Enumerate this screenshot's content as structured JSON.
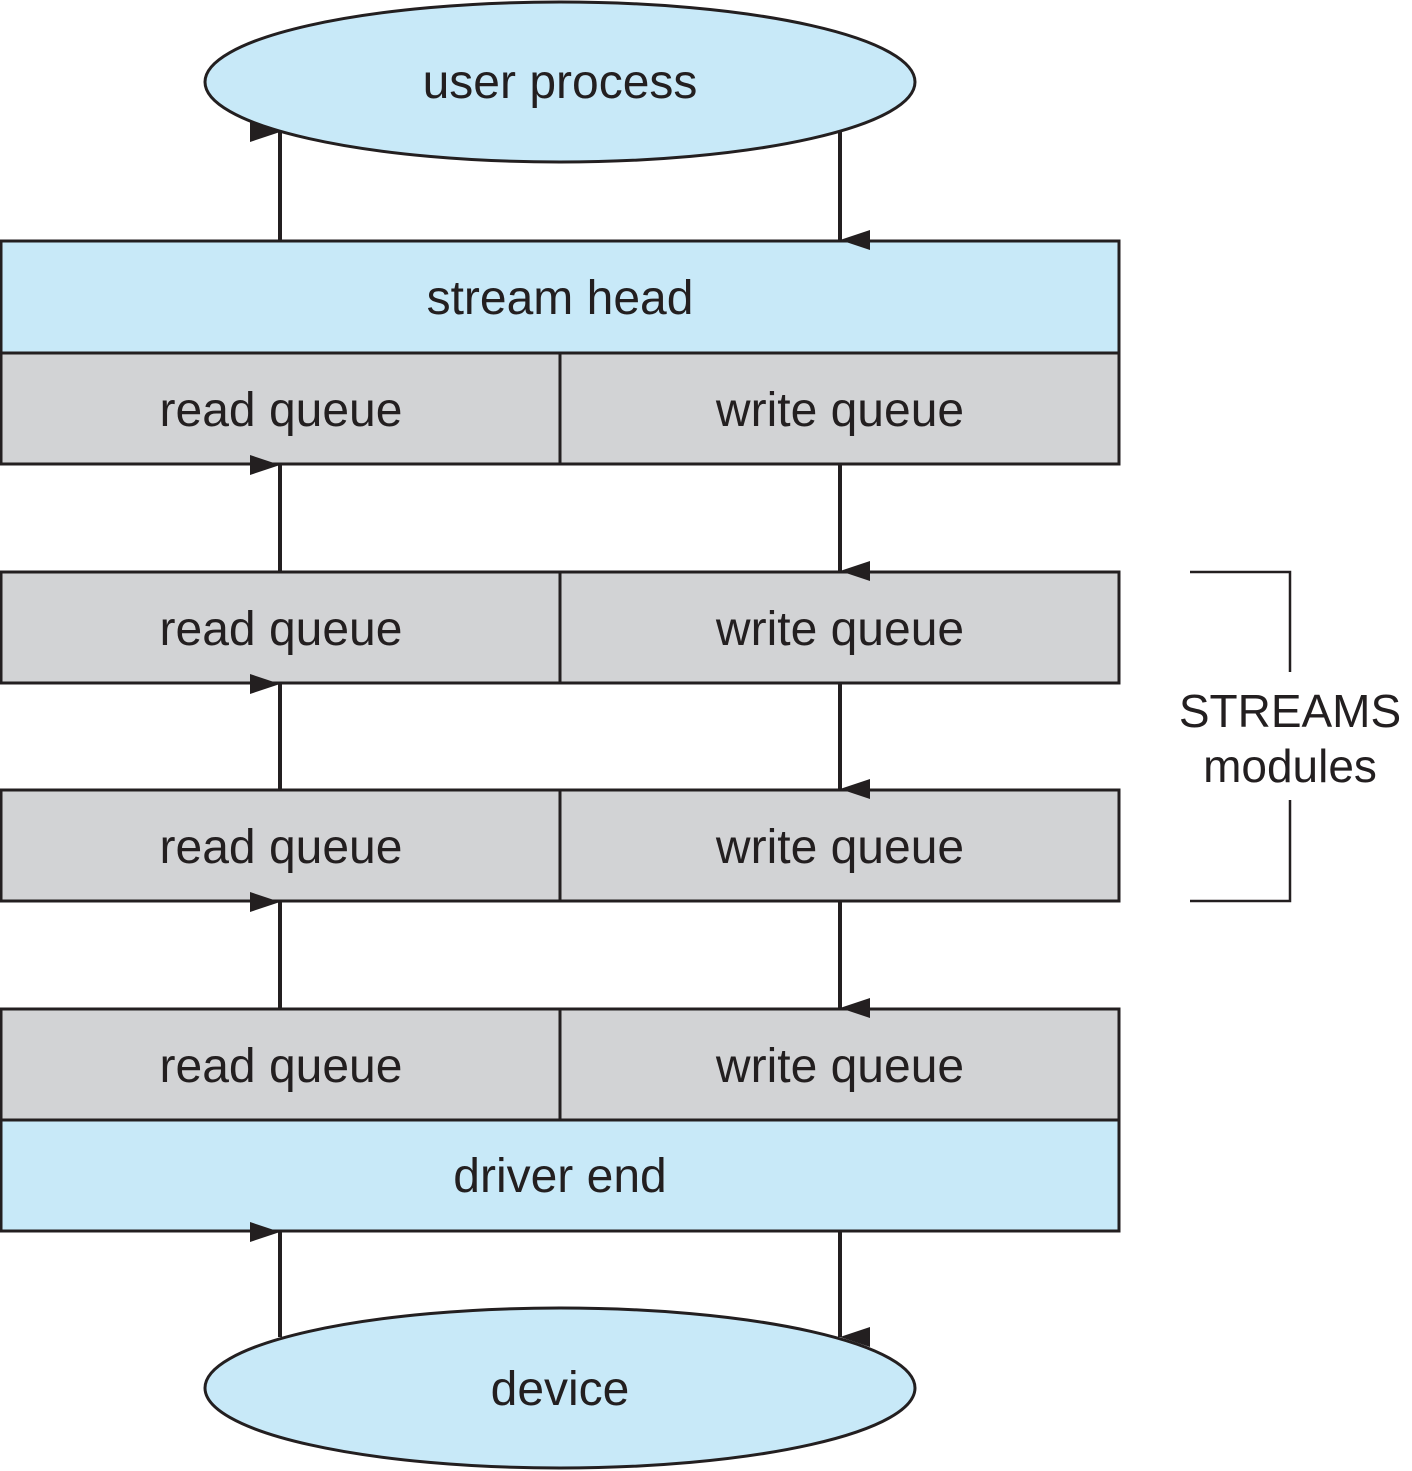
{
  "colors": {
    "terminal_fill": "#c8e9f8",
    "queue_fill": "#d2d3d5",
    "stroke": "#231f20",
    "text": "#231f20"
  },
  "user_process": {
    "label": "user process"
  },
  "stream_head": {
    "label": "stream head",
    "read_queue": "read queue",
    "write_queue": "write queue"
  },
  "modules": {
    "label_line1": "STREAMS",
    "label_line2": "modules",
    "items": [
      {
        "read_queue": "read queue",
        "write_queue": "write queue"
      },
      {
        "read_queue": "read queue",
        "write_queue": "write queue"
      }
    ]
  },
  "driver_end": {
    "label": "driver end",
    "read_queue": "read queue",
    "write_queue": "write queue"
  },
  "device": {
    "label": "device"
  },
  "flows": {
    "read": {
      "direction": "up",
      "from": "device",
      "to": "user process"
    },
    "write": {
      "direction": "down",
      "from": "user process",
      "to": "device"
    }
  }
}
